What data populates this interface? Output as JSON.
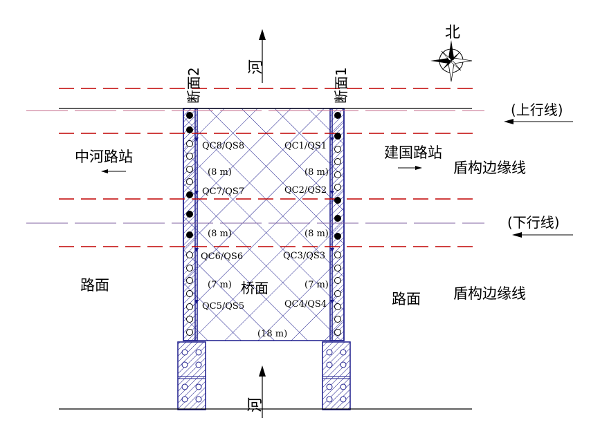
{
  "north_label": "北",
  "river_top": "河",
  "river_bottom": "河",
  "section_left": "断面2",
  "section_right": "断面1",
  "up_line": "(上行线)",
  "down_line": "(下行线)",
  "station_left": "中河路站",
  "station_right": "建国路站",
  "shield_edge_top": "盾构边缘线",
  "shield_edge_bottom": "盾构边缘线",
  "road_left": "路面",
  "road_right": "路面",
  "bridge_deck": "桥面",
  "points": {
    "qc8": "QC8/QS8",
    "qc1": "QC1/QS1",
    "qc7": "QC7/QS7",
    "qc2": "QC2/QS2",
    "qc6": "QC6/QS6",
    "qc3": "QC3/QS3",
    "qc5": "QC5/QS5",
    "qc4": "QC4/QS4"
  },
  "dims": {
    "left_8a": "(8 m)",
    "right_8a": "(8 m)",
    "left_8b": "(8 m)",
    "right_8b": "(8 m)",
    "left_7": "(7 m)",
    "right_7": "(7 m)",
    "width_18": "(18 m)"
  },
  "colors": {
    "bridge": "#1a1a8c",
    "tunnel_dash": "#c00000",
    "road_line": "#000000"
  }
}
